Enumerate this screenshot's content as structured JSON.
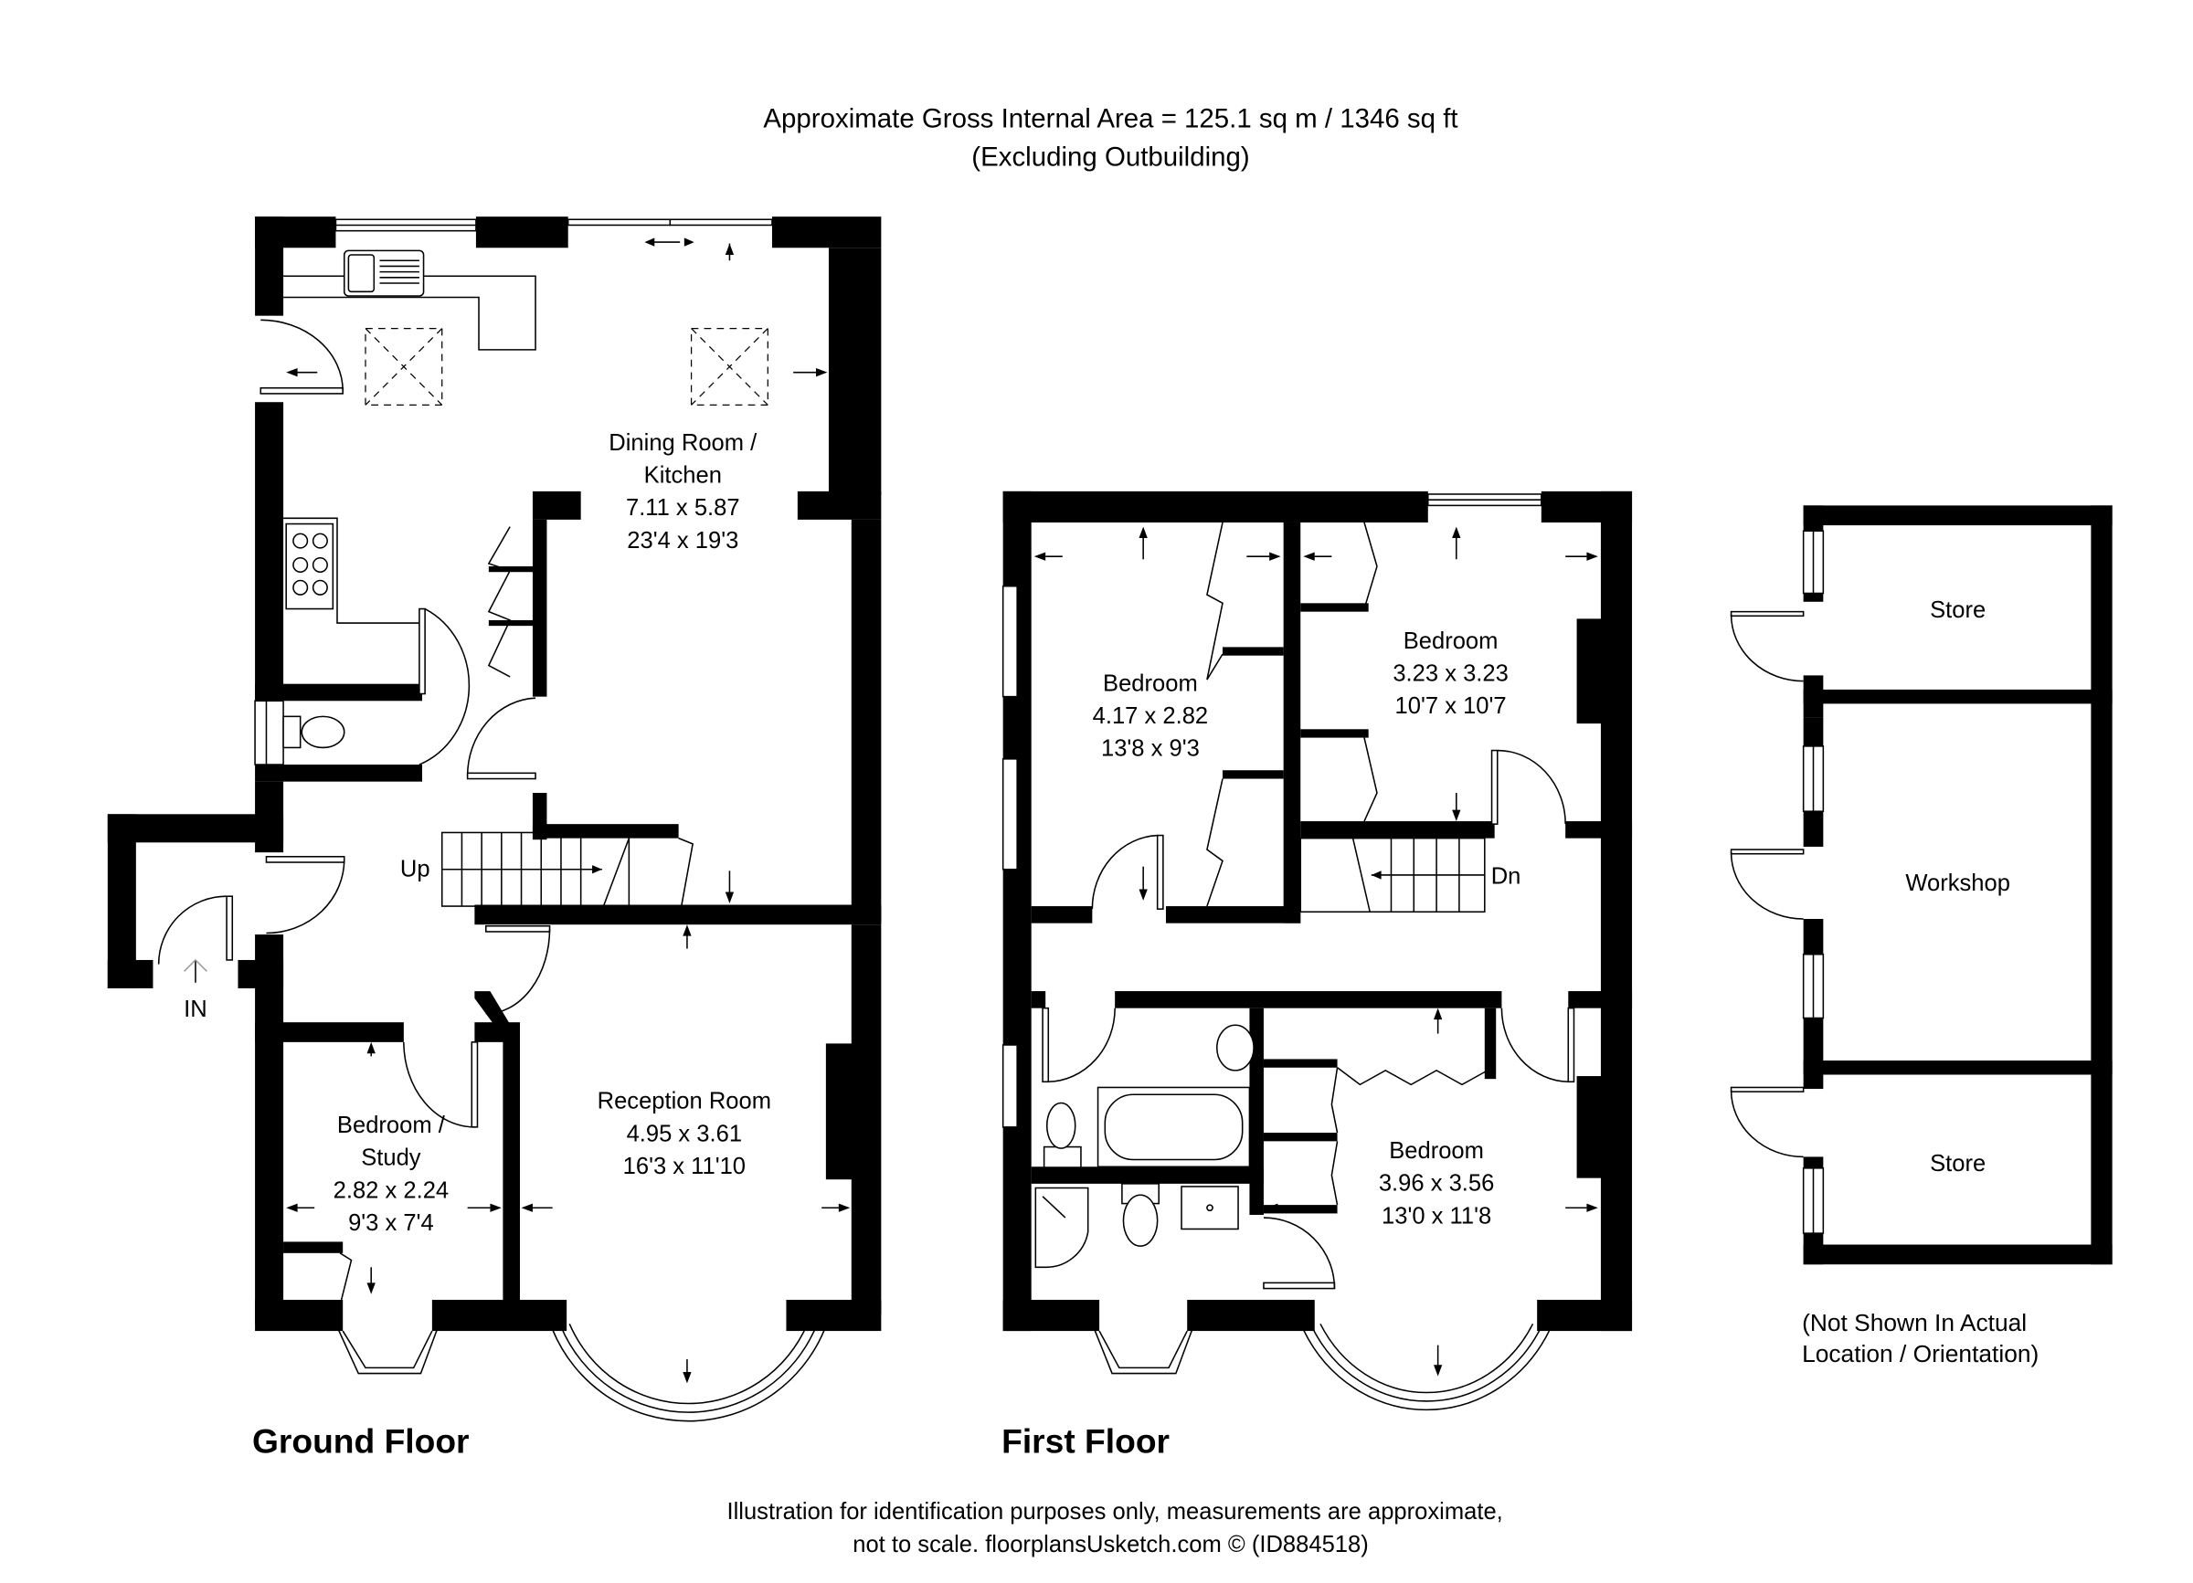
{
  "header": {
    "line1": "Approximate Gross Internal Area = 125.1 sq m / 1346 sq ft",
    "line2": "(Excluding Outbuilding)"
  },
  "ground_floor": {
    "title": "Ground Floor",
    "entrance_label": "IN",
    "stairs_label": "Up",
    "rooms": [
      {
        "name_line1": "Dining Room /",
        "name_line2": "Kitchen",
        "metric": "7.11 x 5.87",
        "imperial": "23'4 x 19'3"
      },
      {
        "name_line1": "Reception Room",
        "name_line2": "",
        "metric": "4.95 x 3.61",
        "imperial": "16'3 x 11'10"
      },
      {
        "name_line1": "Bedroom /",
        "name_line2": "Study",
        "metric": "2.82 x 2.24",
        "imperial": "9'3 x 7'4"
      }
    ]
  },
  "first_floor": {
    "title": "First Floor",
    "stairs_label": "Dn",
    "rooms": [
      {
        "name": "Bedroom",
        "metric": "4.17 x 2.82",
        "imperial": "13'8 x 9'3"
      },
      {
        "name": "Bedroom",
        "metric": "3.23 x 3.23",
        "imperial": "10'7 x 10'7"
      },
      {
        "name": "Bedroom",
        "metric": "3.96 x 3.56",
        "imperial": "13'0 x 11'8"
      }
    ]
  },
  "outbuilding": {
    "rooms": [
      {
        "name": "Store"
      },
      {
        "name": "Workshop"
      },
      {
        "name": "Store"
      }
    ],
    "note_line1": "(Not Shown In Actual",
    "note_line2": "Location / Orientation)"
  },
  "footer": {
    "line1": "Illustration for identification purposes only, measurements are approximate,",
    "line2": "not to scale. floorplansUsketch.com © (ID884518)"
  },
  "colors": {
    "wall": "#000000",
    "background": "#ffffff"
  }
}
